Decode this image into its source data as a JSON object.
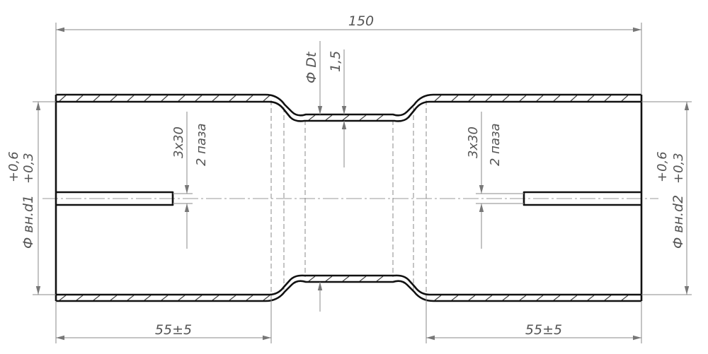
{
  "dimensions": {
    "overall_length": "150",
    "left_length": "55±5",
    "right_length": "55±5",
    "center_diameter": "Ф Dt",
    "wall_thickness": "1,5",
    "left_inner_diameter": "Ф вн.d1",
    "left_inner_tolerance": "+0,6 +0,3",
    "left_tol_upper": "+0,6",
    "left_tol_lower": "+0,3",
    "right_inner_diameter": "Ф вн.d2",
    "right_inner_tolerance": "+0,6 +0,3",
    "right_tol_upper": "+0,6",
    "right_tol_lower": "+0,3",
    "left_slot_size": "3х30",
    "left_slot_count": "2 паза",
    "right_slot_size": "3х30",
    "right_slot_count": "2 паза"
  }
}
